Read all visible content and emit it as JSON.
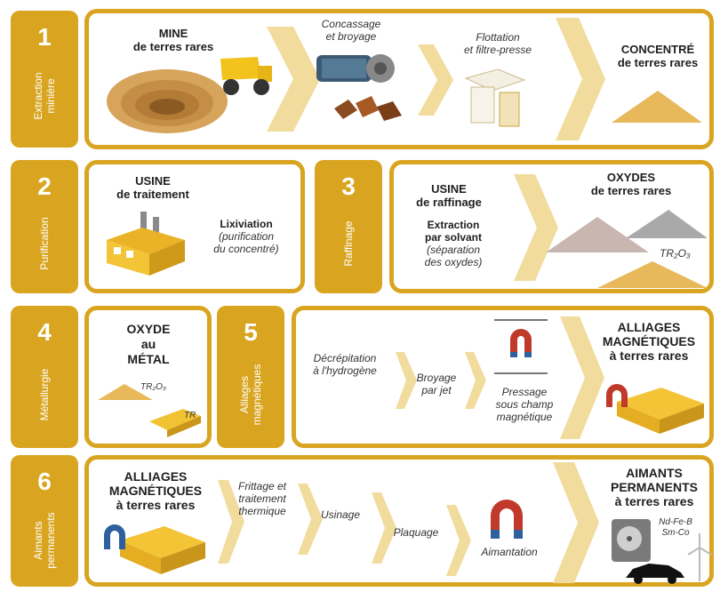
{
  "rows": {
    "r1": {
      "tab_number": "1",
      "tab_label": [
        "Extraction",
        "minière"
      ],
      "mine_title": "MINE",
      "mine_subtitle": "de terres rares",
      "step_crushing": [
        "Concassage",
        "et broyage"
      ],
      "step_flotation": [
        "Flottation",
        "et filtre-presse"
      ],
      "result_title": "CONCENTRÉ",
      "result_subtitle": "de terres rares"
    },
    "r2": {
      "tab_number": "2",
      "tab_label": "Purification",
      "plant_title": "USINE",
      "plant_subtitle": "de traitement",
      "leach_title": "Lixiviation",
      "leach_detail": [
        "(purification",
        "du concentré)"
      ]
    },
    "r3": {
      "tab_number": "3",
      "tab_label": "Raffinage",
      "plant_title": "USINE",
      "plant_subtitle": "de raffinage",
      "extract_title": [
        "Extraction",
        "par solvant"
      ],
      "extract_detail": [
        "(séparation",
        "des oxydes)"
      ],
      "result_title": "OXYDES",
      "result_subtitle": "de terres rares",
      "formula": "TR₂O₃"
    },
    "r4": {
      "tab_number": "4",
      "tab_label": "Métallurgie",
      "title": [
        "OXYDE",
        "au",
        "MÉTAL"
      ],
      "formula_oxide": "TR₂O₃",
      "formula_metal": "TR"
    },
    "r5": {
      "tab_number": "5",
      "tab_label": [
        "Alliages",
        "magnétiques"
      ],
      "step_decrep": [
        "Décrépitation",
        "à l'hydrogène"
      ],
      "step_jet": [
        "Broyage",
        "par jet"
      ],
      "step_press": [
        "Pressage",
        "sous champ",
        "magnétique"
      ],
      "result_title": [
        "ALLIAGES",
        "MAGNÉTIQUES"
      ],
      "result_subtitle": "à terres rares"
    },
    "r6": {
      "tab_number": "6",
      "tab_label": [
        "Aimants",
        "permanents"
      ],
      "start_title": [
        "ALLIAGES",
        "MAGNÉTIQUES"
      ],
      "start_subtitle": "à terres rares",
      "step_sinter": [
        "Frittage et",
        "traitement",
        "thermique"
      ],
      "step_machining": "Usinage",
      "step_plating": "Plaquage",
      "step_magnetize": "Aimantation",
      "result_title": [
        "AIMANTS",
        "PERMANENTS"
      ],
      "result_subtitle": "à terres rares",
      "alloys": [
        "Nd-Fe-B",
        "Sm-Co"
      ]
    }
  },
  "colors": {
    "gold": "#d9a521",
    "chevron": "#f1dc9e",
    "sand": "#e7b95a",
    "grey": "#a9a9a9"
  }
}
